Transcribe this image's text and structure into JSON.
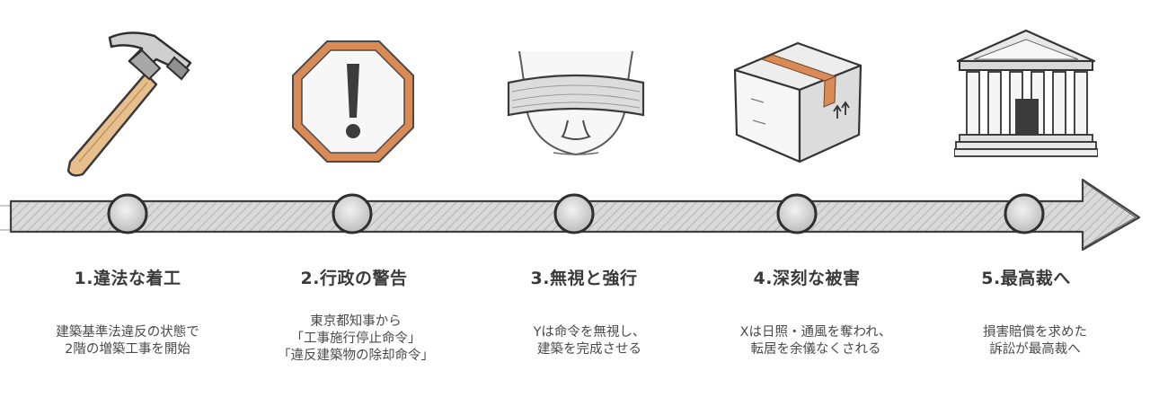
{
  "colors": {
    "accent": "#d98a55",
    "ink": "#3a3a3a",
    "arrow_fill": "#d6d6d6"
  },
  "steps": [
    {
      "icon": "hammer-icon",
      "title": "1.違法な着工",
      "desc": [
        "建築基準法違反の状態で",
        "2階の増築工事を開始"
      ]
    },
    {
      "icon": "warning-octagon-icon",
      "title": "2.行政の警告",
      "desc": [
        "東京都知事から",
        "「工事施行停止命令」",
        "「違反建築物の除却命令」"
      ]
    },
    {
      "icon": "blindfold-face-icon",
      "title": "3.無視と強行",
      "desc": [
        "Yは命令を無視し、",
        "建築を完成させる"
      ]
    },
    {
      "icon": "cardboard-box-icon",
      "title": "4.深刻な被害",
      "desc": [
        "Xは日照・通風を奪われ、",
        "転居を余儀なくされる"
      ]
    },
    {
      "icon": "courthouse-icon",
      "title": "5.最高裁へ",
      "desc": [
        "損害賠償を求めた",
        "訴訟が最高裁へ"
      ]
    }
  ]
}
